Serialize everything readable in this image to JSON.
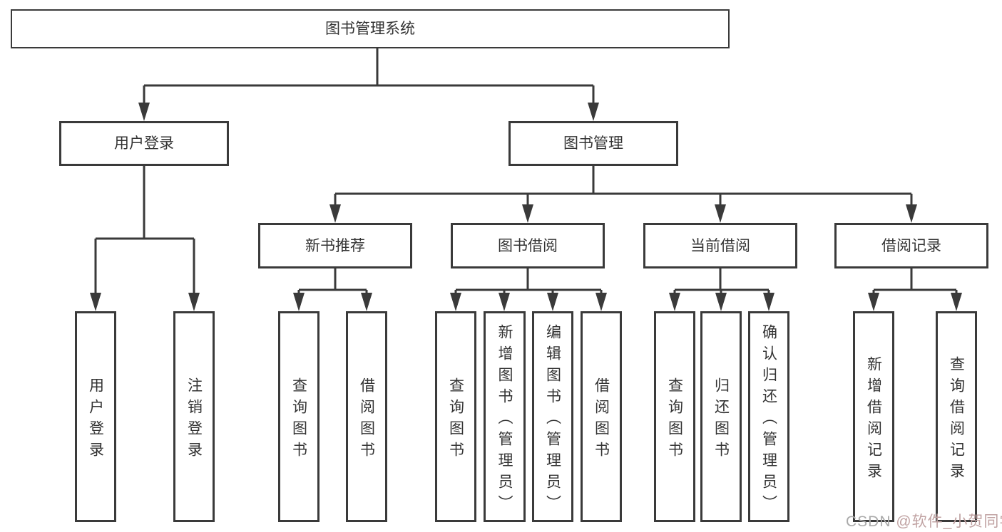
{
  "diagram": {
    "root": {
      "label": "图书管理系统"
    },
    "level2": [
      {
        "label": "用户登录"
      },
      {
        "label": "图书管理"
      }
    ],
    "level3": [
      {
        "label": "新书推荐"
      },
      {
        "label": "图书借阅"
      },
      {
        "label": "当前借阅"
      },
      {
        "label": "借阅记录"
      }
    ],
    "leaves": [
      {
        "label": "用户登录",
        "parent": "用户登录"
      },
      {
        "label": "注销登录",
        "parent": "用户登录"
      },
      {
        "label": "查询图书",
        "parent": "新书推荐"
      },
      {
        "label": "借阅图书",
        "parent": "新书推荐"
      },
      {
        "label": "查询图书",
        "parent": "图书借阅"
      },
      {
        "label": "新增图书（管理员）",
        "parent": "图书借阅"
      },
      {
        "label": "编辑图书（管理员）",
        "parent": "图书借阅"
      },
      {
        "label": "借阅图书",
        "parent": "图书借阅"
      },
      {
        "label": "查询图书",
        "parent": "当前借阅"
      },
      {
        "label": "归还图书",
        "parent": "当前借阅"
      },
      {
        "label": "确认归还（管理员）",
        "parent": "当前借阅"
      },
      {
        "label": "新增借阅记录",
        "parent": "借阅记录"
      },
      {
        "label": "查询借阅记录",
        "parent": "借阅记录"
      }
    ]
  },
  "watermark": {
    "prefix": "CSDN ",
    "handle": "@软件_小贺同学"
  },
  "colors": {
    "line": "#3a3a3a",
    "text": "#333333",
    "watermark_gray": "#aaaaaa",
    "watermark_red": "#c0a2a2"
  }
}
